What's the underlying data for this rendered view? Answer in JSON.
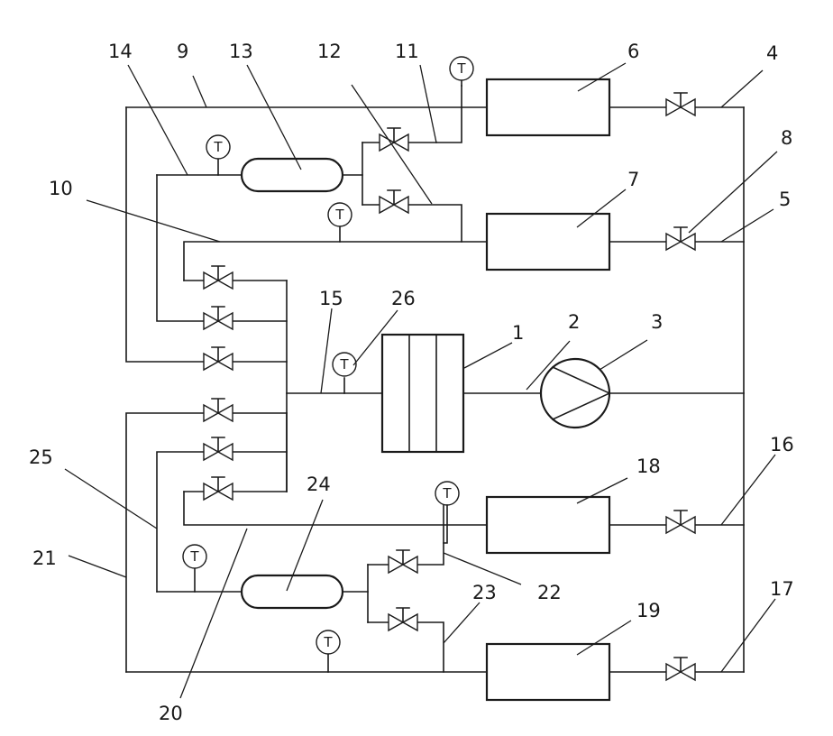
{
  "labels": {
    "l1": "1",
    "l2": "2",
    "l3": "3",
    "l4": "4",
    "l5": "5",
    "l6": "6",
    "l7": "7",
    "l8": "8",
    "l9": "9",
    "l10": "10",
    "l11": "11",
    "l12": "12",
    "l13": "13",
    "l14": "14",
    "l15": "15",
    "l16": "16",
    "l17": "17",
    "l18": "18",
    "l19": "19",
    "l20": "20",
    "l21": "21",
    "l22": "22",
    "l23": "23",
    "l24": "24",
    "l25": "25",
    "l26": "26"
  },
  "gauge_glyph": "T"
}
